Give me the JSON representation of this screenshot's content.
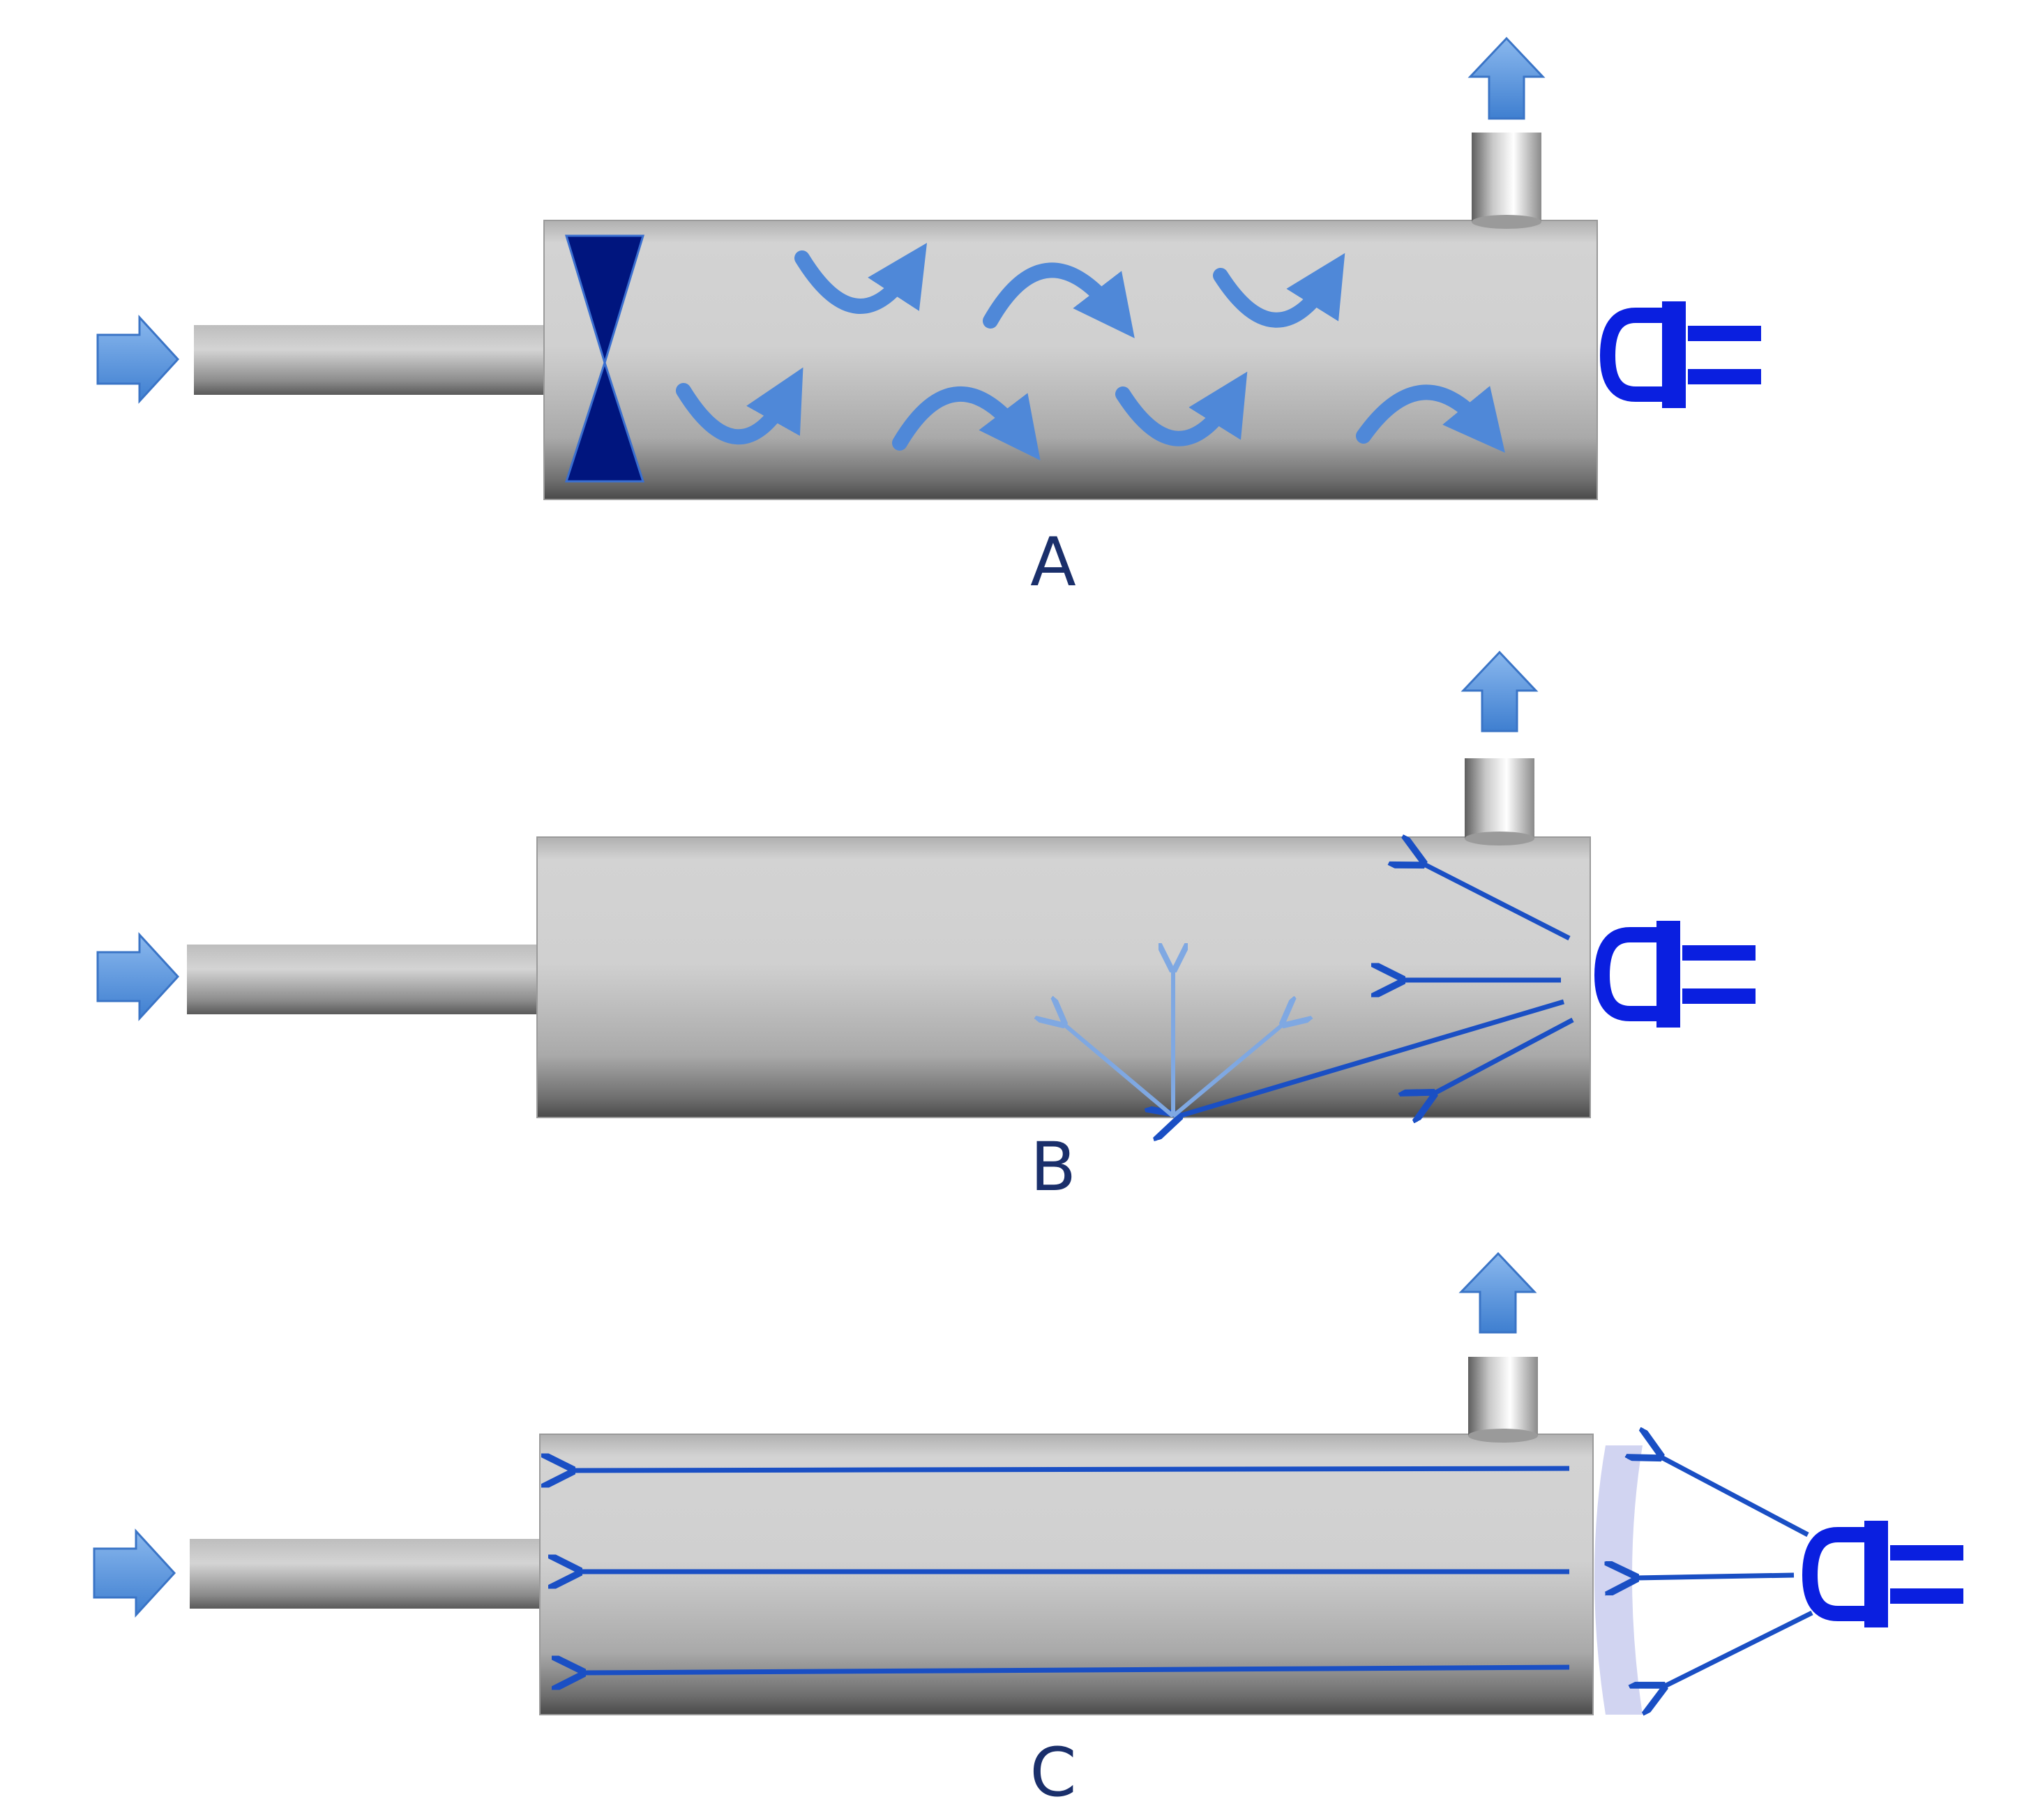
{
  "panels": [
    {
      "id": "A",
      "label": "A",
      "flow": "turbulent-mixing"
    },
    {
      "id": "B",
      "label": "B",
      "flow": "diffuse-scatter"
    },
    {
      "id": "C",
      "label": "C",
      "flow": "collimated-parallel"
    }
  ],
  "colors": {
    "flow_arrow": "#5b95dc",
    "light_ray": "#1a4fc4",
    "led": "#0a1fe0",
    "baffle": "#00157e",
    "lens": "#c9ccef",
    "label": "#1a2f6b"
  },
  "icons": [
    "inlet-arrow-icon",
    "outlet-arrow-icon",
    "uv-led-icon",
    "swirl-arrow-icon",
    "baffle-icon",
    "lens-icon"
  ]
}
